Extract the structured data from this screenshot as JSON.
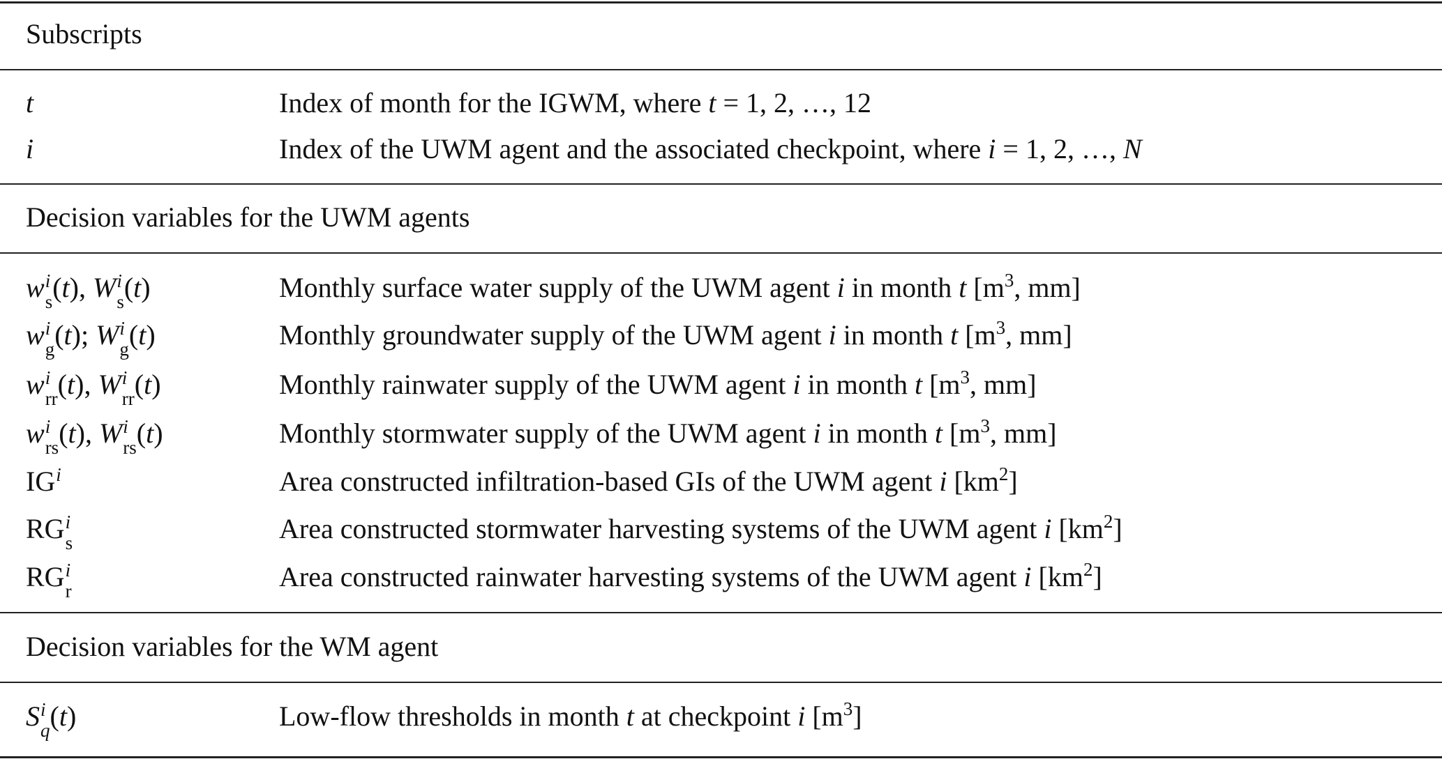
{
  "sections": [
    {
      "header": "Subscripts",
      "rows": [
        {
          "symbol": [
            [
              "t",
              "i"
            ]
          ],
          "description": [
            [
              "Index of month for the IGWM, where ",
              "n"
            ],
            [
              "t",
              "i"
            ],
            [
              " = 1, 2, …, 12",
              "n"
            ]
          ]
        },
        {
          "symbol": [
            [
              "i",
              "i"
            ]
          ],
          "description": [
            [
              "Index of the UWM agent and the associated checkpoint, where ",
              "n"
            ],
            [
              "i",
              "i"
            ],
            [
              " = 1, 2, …, ",
              "n"
            ],
            [
              "N",
              "i"
            ]
          ]
        }
      ]
    },
    {
      "header": "Decision variables for the UWM agents",
      "rows": [
        {
          "symbol": [
            [
              "w",
              "i"
            ],
            {
              "sup": "i",
              "sub": "s"
            },
            [
              "(",
              "n"
            ],
            [
              "t",
              "i"
            ],
            [
              "), ",
              "n"
            ],
            [
              "W",
              "i"
            ],
            {
              "sup": "i",
              "sub": "s"
            },
            [
              "(",
              "n"
            ],
            [
              "t",
              "i"
            ],
            [
              ")",
              "n"
            ]
          ],
          "description": [
            [
              "Monthly surface water supply of the UWM agent ",
              "n"
            ],
            [
              "i",
              "i"
            ],
            [
              " in month ",
              "n"
            ],
            [
              "t",
              "i"
            ],
            [
              " [m",
              "n"
            ],
            [
              "3",
              "sup"
            ],
            [
              ", mm]",
              "n"
            ]
          ]
        },
        {
          "symbol": [
            [
              "w",
              "i"
            ],
            {
              "sup": "i",
              "sub": "g"
            },
            [
              "(",
              "n"
            ],
            [
              "t",
              "i"
            ],
            [
              "); ",
              "n"
            ],
            [
              "W",
              "i"
            ],
            {
              "sup": "i",
              "sub": "g"
            },
            [
              "(",
              "n"
            ],
            [
              "t",
              "i"
            ],
            [
              ")",
              "n"
            ]
          ],
          "description": [
            [
              "Monthly groundwater supply of the UWM agent ",
              "n"
            ],
            [
              "i",
              "i"
            ],
            [
              " in month ",
              "n"
            ],
            [
              "t",
              "i"
            ],
            [
              " [m",
              "n"
            ],
            [
              "3",
              "sup"
            ],
            [
              ", mm]",
              "n"
            ]
          ]
        },
        {
          "symbol": [
            [
              "w",
              "i"
            ],
            {
              "sup": "i",
              "sub": "rr"
            },
            [
              "(",
              "n"
            ],
            [
              "t",
              "i"
            ],
            [
              "), ",
              "n"
            ],
            [
              "W",
              "i"
            ],
            {
              "sup": "i",
              "sub": "rr"
            },
            [
              "(",
              "n"
            ],
            [
              "t",
              "i"
            ],
            [
              ")",
              "n"
            ]
          ],
          "description": [
            [
              "Monthly rainwater supply of the UWM agent ",
              "n"
            ],
            [
              "i",
              "i"
            ],
            [
              " in month ",
              "n"
            ],
            [
              "t",
              "i"
            ],
            [
              " [m",
              "n"
            ],
            [
              "3",
              "sup"
            ],
            [
              ", mm]",
              "n"
            ]
          ]
        },
        {
          "symbol": [
            [
              "w",
              "i"
            ],
            {
              "sup": "i",
              "sub": "rs"
            },
            [
              "(",
              "n"
            ],
            [
              "t",
              "i"
            ],
            [
              "), ",
              "n"
            ],
            [
              "W",
              "i"
            ],
            {
              "sup": "i",
              "sub": "rs"
            },
            [
              "(",
              "n"
            ],
            [
              "t",
              "i"
            ],
            [
              ")",
              "n"
            ]
          ],
          "description": [
            [
              "Monthly stormwater supply of the UWM agent ",
              "n"
            ],
            [
              "i",
              "i"
            ],
            [
              " in month ",
              "n"
            ],
            [
              "t",
              "i"
            ],
            [
              " [m",
              "n"
            ],
            [
              "3",
              "sup"
            ],
            [
              ", mm]",
              "n"
            ]
          ]
        },
        {
          "symbol": [
            [
              "IG",
              "n"
            ],
            {
              "sup": "i",
              "sub": ""
            }
          ],
          "description": [
            [
              "Area constructed infiltration-based GIs of the UWM agent ",
              "n"
            ],
            [
              "i",
              "i"
            ],
            [
              " [km",
              "n"
            ],
            [
              "2",
              "sup"
            ],
            [
              "]",
              "n"
            ]
          ]
        },
        {
          "symbol": [
            [
              "RG",
              "n"
            ],
            {
              "sup": "i",
              "sub": "s"
            }
          ],
          "description": [
            [
              "Area constructed stormwater harvesting systems of the UWM agent ",
              "n"
            ],
            [
              "i",
              "i"
            ],
            [
              " [km",
              "n"
            ],
            [
              "2",
              "sup"
            ],
            [
              "]",
              "n"
            ]
          ]
        },
        {
          "symbol": [
            [
              "RG",
              "n"
            ],
            {
              "sup": "i",
              "sub": "r"
            }
          ],
          "description": [
            [
              "Area constructed rainwater harvesting systems of the UWM agent ",
              "n"
            ],
            [
              "i",
              "i"
            ],
            [
              " [km",
              "n"
            ],
            [
              "2",
              "sup"
            ],
            [
              "]",
              "n"
            ]
          ]
        }
      ]
    },
    {
      "header": "Decision variables for the WM agent",
      "rows": [
        {
          "symbol": [
            [
              "S",
              "i"
            ],
            {
              "sup": "i",
              "sub": "q",
              "subItalic": true
            },
            [
              "(",
              "n"
            ],
            [
              "t",
              "i"
            ],
            [
              ")",
              "n"
            ]
          ],
          "description": [
            [
              "Low-flow thresholds in month ",
              "n"
            ],
            [
              "t",
              "i"
            ],
            [
              " at checkpoint ",
              "n"
            ],
            [
              "i",
              "i"
            ],
            [
              " [m",
              "n"
            ],
            [
              "3",
              "sup"
            ],
            [
              "]",
              "n"
            ]
          ]
        }
      ]
    }
  ]
}
